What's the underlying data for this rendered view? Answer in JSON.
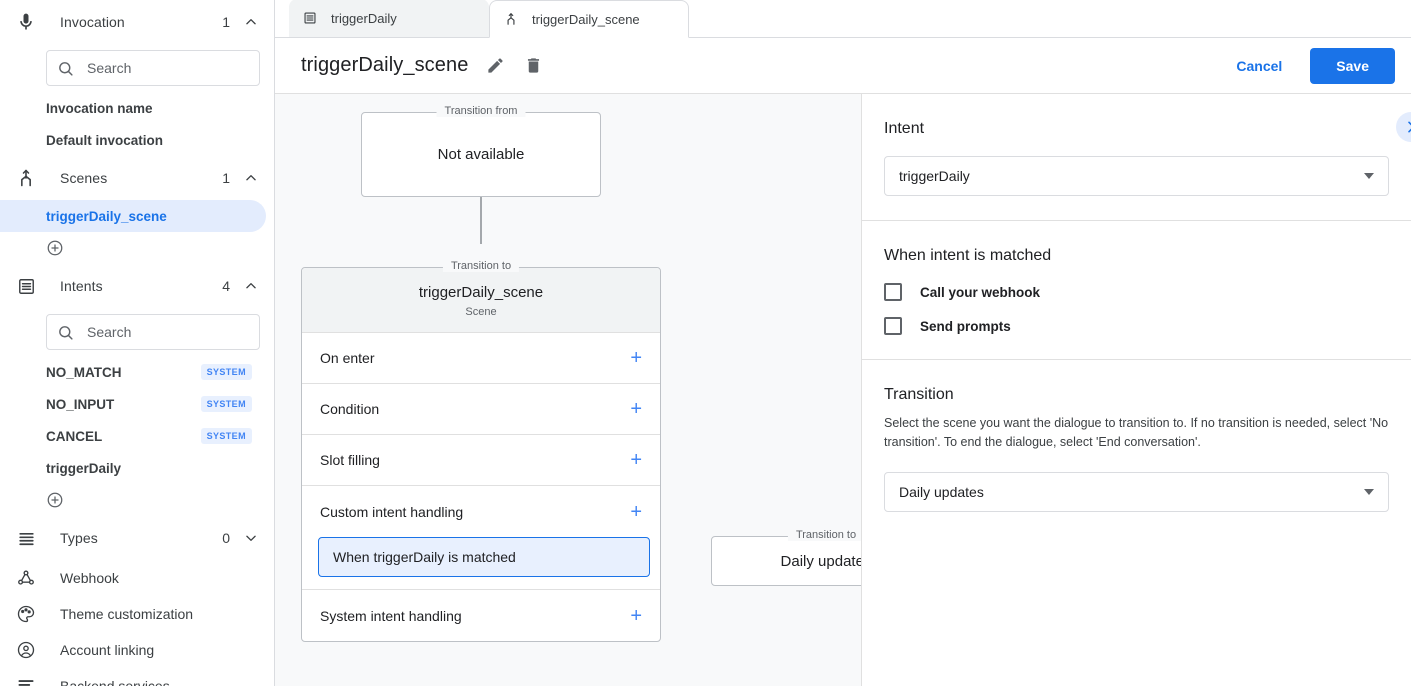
{
  "sidebar": {
    "groups": [
      {
        "icon": "microphone-icon",
        "label": "Invocation",
        "count": "1",
        "chevron": "chevron-up-icon"
      },
      {
        "icon": "scenes-icon",
        "label": "Scenes",
        "count": "1",
        "chevron": "chevron-up-icon"
      },
      {
        "icon": "intents-icon",
        "label": "Intents",
        "count": "4",
        "chevron": "chevron-up-icon"
      },
      {
        "icon": "types-icon",
        "label": "Types",
        "count": "0",
        "chevron": "chevron-down-icon"
      }
    ],
    "invocation_search_placeholder": "Search",
    "invocation_items": [
      {
        "label": "Invocation name"
      },
      {
        "label": "Default invocation"
      }
    ],
    "scenes_items": [
      {
        "label": "triggerDaily_scene",
        "active": true
      }
    ],
    "intents_search_placeholder": "Search",
    "intents_items": [
      {
        "label": "NO_MATCH",
        "badge": "SYSTEM"
      },
      {
        "label": "NO_INPUT",
        "badge": "SYSTEM"
      },
      {
        "label": "CANCEL",
        "badge": "SYSTEM"
      },
      {
        "label": "triggerDaily",
        "badge": ""
      }
    ],
    "leaf_items": [
      {
        "icon": "webhook-icon",
        "label": "Webhook"
      },
      {
        "icon": "palette-icon",
        "label": "Theme customization"
      },
      {
        "icon": "account-icon",
        "label": "Account linking"
      },
      {
        "icon": "backend-icon",
        "label": "Backend services"
      }
    ]
  },
  "tabs": [
    {
      "icon": "intents-icon",
      "label": "triggerDaily",
      "active": false
    },
    {
      "icon": "scenes-icon",
      "label": "triggerDaily_scene",
      "active": true
    }
  ],
  "header": {
    "title": "triggerDaily_scene",
    "edit_icon": "pencil-icon",
    "delete_icon": "trash-icon",
    "cancel_label": "Cancel",
    "save_label": "Save"
  },
  "canvas": {
    "from_node": {
      "legend": "Transition from",
      "text": "Not available"
    },
    "scene_card": {
      "legend": "Transition to",
      "name": "triggerDaily_scene",
      "subtitle": "Scene",
      "rows": [
        {
          "label": "On enter",
          "add": "+"
        },
        {
          "label": "Condition",
          "add": "+"
        },
        {
          "label": "Slot filling",
          "add": "+"
        },
        {
          "label": "Custom intent handling",
          "add": "+"
        },
        {
          "label": "System intent handling",
          "add": "+"
        }
      ],
      "handler_chip": "When triggerDaily is matched"
    },
    "target_node": {
      "legend": "Transition to",
      "text": "Daily updates"
    }
  },
  "panel": {
    "collapse_icon": "chevron-right-icon",
    "intent": {
      "heading": "Intent",
      "selected": "triggerDaily"
    },
    "matched": {
      "heading": "When intent is matched",
      "checkboxes": [
        {
          "label": "Call your webhook",
          "checked": false
        },
        {
          "label": "Send prompts",
          "checked": false
        }
      ]
    },
    "transition": {
      "heading": "Transition",
      "description": "Select the scene you want the dialogue to transition to. If no transition is needed, select 'No transition'. To end the dialogue, select 'End conversation'.",
      "selected": "Daily updates"
    }
  },
  "colors": {
    "accent": "#1a73e8",
    "accent_light": "#e8f0fe",
    "selected_pill": "#e3ecfd",
    "canvas_bg": "#f8f9fa",
    "border": "#dadce0",
    "text": "#202124",
    "text_muted": "#5f6368"
  }
}
